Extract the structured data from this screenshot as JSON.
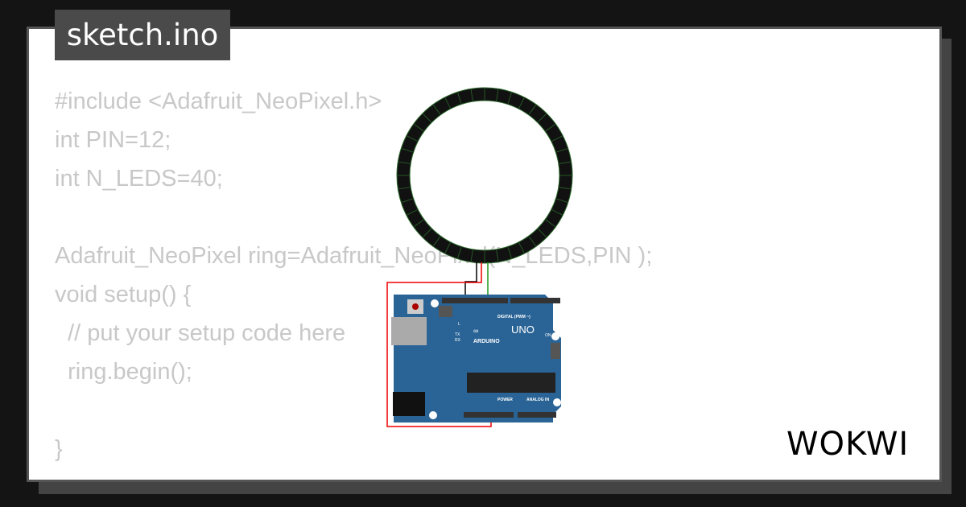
{
  "title": "sketch.ino",
  "code_lines": [
    "#include <Adafruit_NeoPixel.h>",
    "int PIN=12;",
    "int N_LEDS=40;",
    "",
    "Adafruit_NeoPixel ring=Adafruit_NeoPixel(N_LEDS,PIN );",
    "void setup() {",
    "  // put your setup code here",
    "  ring.begin();",
    "",
    "}"
  ],
  "board": {
    "name": "UNO",
    "brand": "ARDUINO",
    "digital_label": "DIGITAL (PWM ~)",
    "power_label": "POWER",
    "analog_label": "ANALOG IN",
    "on_label": "ON",
    "led_labels": [
      "L",
      "TX",
      "RX"
    ]
  },
  "neopixel_ring": {
    "led_count": 40
  },
  "logo": "WOKWI",
  "colors": {
    "board": "#2a6496",
    "wire_gnd": "#000000",
    "wire_vcc": "#e00000",
    "wire_data": "#1a9a1a"
  }
}
